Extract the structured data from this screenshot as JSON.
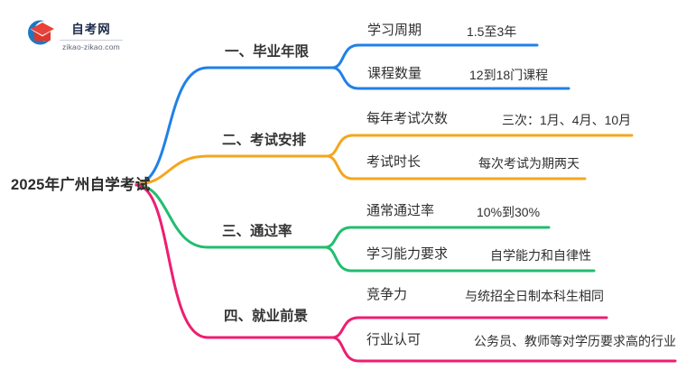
{
  "logo": {
    "title": "自考网",
    "domain": "zikao-zikao.com",
    "icon": "graduation-cap-icon",
    "icon_colors": {
      "crescent": "#1d78c4",
      "cap": "#e8423a",
      "cap_body": "#dd372e"
    }
  },
  "root": {
    "label": "2025年广州自学考试"
  },
  "branches": [
    {
      "label": "一、毕业年限",
      "color": "#2080e8",
      "children": [
        {
          "label": "学习周期",
          "value": "1.5至3年"
        },
        {
          "label": "课程数量",
          "value": "12到18门课程"
        }
      ]
    },
    {
      "label": "二、考试安排",
      "color": "#f5a61e",
      "children": [
        {
          "label": "每年考试次数",
          "value": "三次：1月、4月、10月"
        },
        {
          "label": "考试时长",
          "value": "每次考试为期两天"
        }
      ]
    },
    {
      "label": "三、通过率",
      "color": "#22bd6e",
      "children": [
        {
          "label": "通常通过率",
          "value": "10%到30%"
        },
        {
          "label": "学习能力要求",
          "value": "自学能力和自律性"
        }
      ]
    },
    {
      "label": "四、就业前景",
      "color": "#ee1d71",
      "children": [
        {
          "label": "竞争力",
          "value": "与统招全日制本科生相同"
        },
        {
          "label": "行业认可",
          "value": "公务员、教师等对学历要求高的行业"
        }
      ]
    }
  ]
}
